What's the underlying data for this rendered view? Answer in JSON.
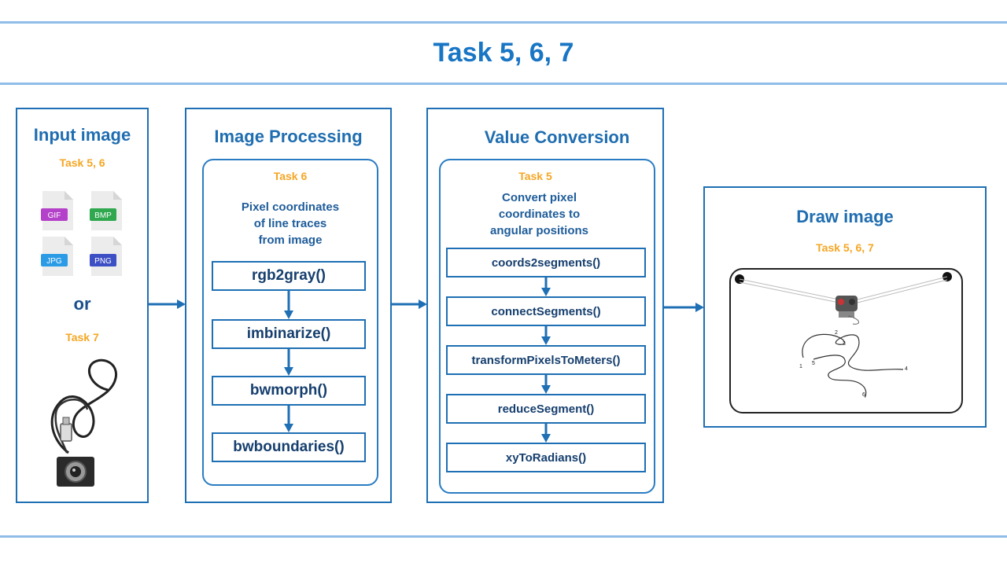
{
  "header": {
    "title": "Task 5, 6, 7"
  },
  "input_panel": {
    "title": "Input image",
    "task_top": "Task 5, 6",
    "files": [
      {
        "ext": "GIF",
        "color": "#b441c9"
      },
      {
        "ext": "BMP",
        "color": "#2fa84f"
      },
      {
        "ext": "JPG",
        "color": "#2c9be6"
      },
      {
        "ext": "PNG",
        "color": "#3d4fc4"
      }
    ],
    "or_label": "or",
    "task_bottom": "Task 7",
    "camera_icon": "usb-webcam-icon"
  },
  "processing_panel": {
    "title": "Image Processing",
    "task": "Task 6",
    "desc": [
      "Pixel coordinates",
      "of line traces",
      "from image"
    ],
    "functions": [
      "rgb2gray()",
      "imbinarize()",
      "bwmorph()",
      "bwboundaries()"
    ]
  },
  "conversion_panel": {
    "title": "Value Conversion",
    "task": "Task 5",
    "desc": [
      "Convert pixel",
      "coordinates to",
      "angular positions"
    ],
    "functions": [
      "coords2segments()",
      "connectSegments()",
      "transformPixelsToMeters()",
      "reduceSegment()",
      "xyToRadians()"
    ]
  },
  "draw_panel": {
    "title": "Draw image",
    "task": "Task 5, 6, 7",
    "whiteboard_labels": [
      "1",
      "2",
      "3",
      "4",
      "5",
      "6"
    ]
  },
  "colors": {
    "accent": "#1e6fb4",
    "task": "#f5a623",
    "rule": "#90bde8"
  }
}
